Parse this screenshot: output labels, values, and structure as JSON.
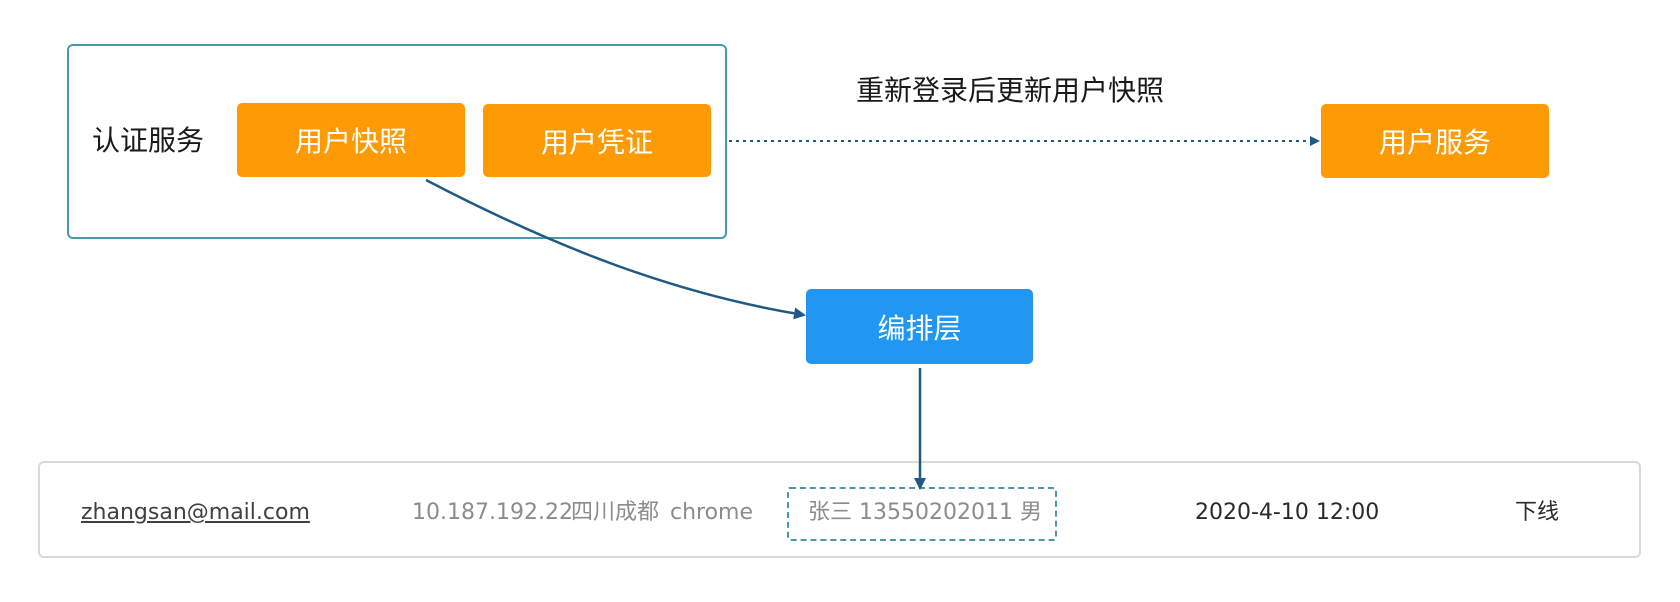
{
  "diagram": {
    "auth_group_label": "认证服务",
    "user_snapshot": "用户快照",
    "user_credential": "用户凭证",
    "user_service": "用户服务",
    "orchestration_layer": "编排层",
    "edge_label": "重新登录后更新用户快照"
  },
  "session_row": {
    "email": "zhangsan@mail.com",
    "ip": "10.187.192.22",
    "location": "四川成都",
    "browser": "chrome",
    "user_info": "张三 13550202011 男",
    "time": "2020-4-10 12:00",
    "action": "下线"
  },
  "colors": {
    "orange_box": "#fe9a03",
    "blue_box": "#2196f3",
    "group_border": "#4a98a8",
    "arrow": "#1f5a87"
  }
}
